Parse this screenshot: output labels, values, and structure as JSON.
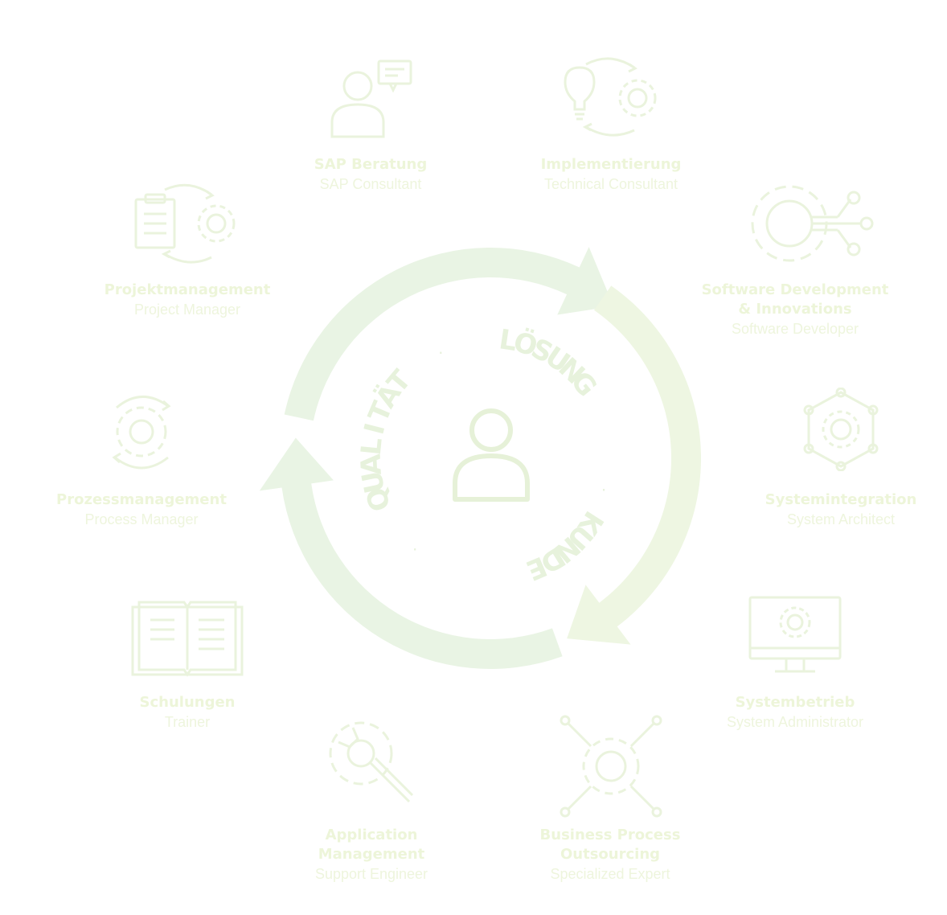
{
  "palette": {
    "arrow_fill": "#e9f4e4",
    "arrow_fill_2": "#eef6e2",
    "icon_stroke": "#eaf3dd",
    "text_title": "#edf5d9",
    "text_role": "#eef5dd",
    "ring_text": "#e7f2dc"
  },
  "center": {
    "icon": "person-icon",
    "words": [
      "LÖSUNG",
      "KUNDE",
      "QUALITÄT"
    ],
    "separator": "·"
  },
  "services": [
    {
      "id": "sap-beratung",
      "icon": "person-chat-icon",
      "title": "SAP Beratung",
      "role": "SAP Consultant"
    },
    {
      "id": "implementierung",
      "icon": "lightbulb-gear-cycle-icon",
      "title": "Implementierung",
      "role": "Technical Consultant"
    },
    {
      "id": "software-development",
      "icon": "gear-network-icon",
      "title": "Software Development\n& Innovations",
      "role": "Software Developer"
    },
    {
      "id": "systemintegration",
      "icon": "gear-hexagon-network-icon",
      "title": "Systemintegration",
      "role": "System Architect"
    },
    {
      "id": "systembetrieb",
      "icon": "monitor-gear-icon",
      "title": "Systembetrieb",
      "role": "System Administrator"
    },
    {
      "id": "bpo",
      "icon": "gear-arrows-out-icon",
      "title": "Business Process\nOutsourcing",
      "role": "Specialized Expert"
    },
    {
      "id": "application-management",
      "icon": "gear-wrench-icon",
      "title": "Application\nManagement",
      "role": "Support Engineer"
    },
    {
      "id": "schulungen",
      "icon": "open-book-icon",
      "title": "Schulungen",
      "role": "Trainer"
    },
    {
      "id": "prozessmanagement",
      "icon": "gear-cycle-icon",
      "title": "Prozessmanagement",
      "role": "Process Manager"
    },
    {
      "id": "projektmanagement",
      "icon": "clipboard-gear-icon",
      "title": "Projektmanagement",
      "role": "Project Manager"
    }
  ]
}
